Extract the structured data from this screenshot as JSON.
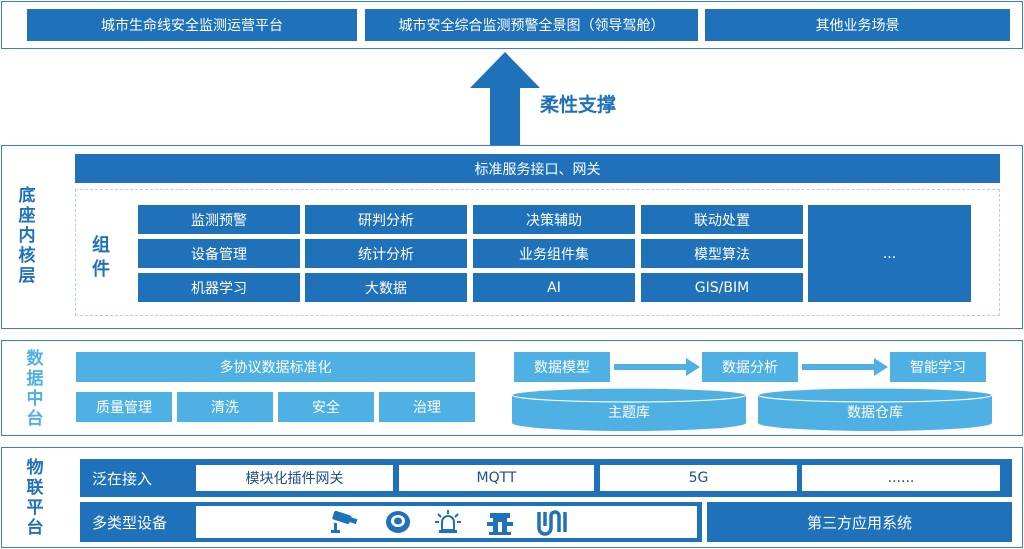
{
  "top_apps": [
    "城市生命线安全监测运营平台",
    "城市安全综合监测预警全景图（领导驾舱）",
    "其他业务场景"
  ],
  "support_label": "柔性支撑",
  "core": {
    "title": "底座内核层",
    "interface": "标准服务接口、网关",
    "components_label": "组件",
    "grid": [
      [
        "监测预警",
        "研判分析",
        "决策辅助",
        "联动处置"
      ],
      [
        "设备管理",
        "统计分析",
        "业务组件集",
        "模型算法"
      ],
      [
        "机器学习",
        "大数据",
        "AI",
        "GIS/BIM"
      ]
    ],
    "more": "..."
  },
  "data_center": {
    "title": "数据中台",
    "standardize": "多协议数据标准化",
    "governance": [
      "质量管理",
      "清洗",
      "安全",
      "治理"
    ],
    "flow": [
      "数据模型",
      "数据分析",
      "智能学习"
    ],
    "stores": [
      "主题库",
      "数据仓库"
    ]
  },
  "iot": {
    "title": "物联平台",
    "access_label": "泛在接入",
    "access_items": [
      "模块化插件网关",
      "MQTT",
      "5G",
      "......"
    ],
    "device_label": "多类型设备",
    "device_icons": [
      "camera-icon",
      "sensor-disc-icon",
      "alarm-light-icon",
      "hydrant-icon",
      "pipe-network-icon"
    ],
    "third_party": "第三方应用系统"
  },
  "colors": {
    "dark": "#1f72b9",
    "light": "#4fb0e3",
    "border": "#3a7ec6"
  }
}
